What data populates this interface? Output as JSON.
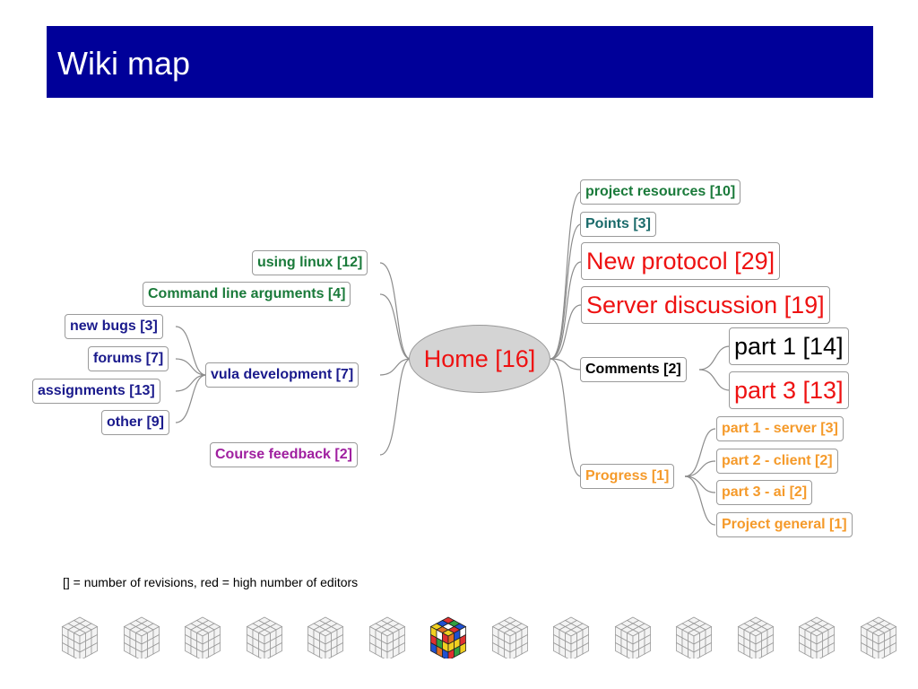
{
  "title": "Wiki map",
  "center": {
    "label": "Home [16]"
  },
  "left_nodes": {
    "using_linux": "using linux [12]",
    "command_line": "Command line arguments [4]",
    "vula": "vula development [7]",
    "course_feedback": "Course feedback [2]",
    "new_bugs": "new bugs [3]",
    "forums": "forums [7]",
    "assignments": "assignments [13]",
    "other": "other [9]"
  },
  "right_nodes": {
    "project_resources": "project resources [10]",
    "points": "Points [3]",
    "new_protocol": "New protocol [29]",
    "server_discussion": "Server discussion [19]",
    "comments": "Comments [2]",
    "part1": "part 1 [14]",
    "part3": "part 3 [13]",
    "progress": "Progress [1]",
    "part1_server": "part 1 - server [3]",
    "part2_client": "part 2 - client [2]",
    "part3_ai": "part 3 - ai [2]",
    "project_general": "Project general [1]"
  },
  "legend": "[] = number of revisions, red = high number of editors",
  "colors": {
    "title_bar": "#000099",
    "green": "#1a7a3a",
    "teal": "#1b6b6b",
    "navy": "#1a1a8c",
    "purple": "#a020a0",
    "red": "#ee1111",
    "orange": "#f59a2a"
  },
  "footer_cubes": {
    "count": 14,
    "highlighted_index": 6
  }
}
